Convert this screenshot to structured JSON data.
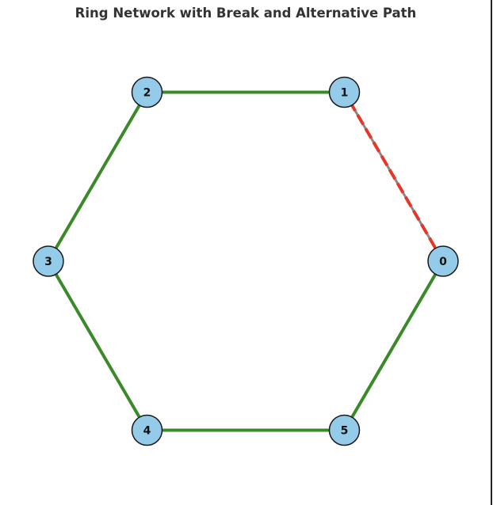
{
  "title": "Ring Network with Break and Alternative Path",
  "colors": {
    "node_fill": "#94cbe8",
    "node_stroke": "#1a1a1a",
    "active_edge": "#3a8a2a",
    "broken_edge_base": "#888888",
    "broken_edge_dash": "#e8352a"
  },
  "nodes": [
    {
      "id": "0",
      "label": "0",
      "angle_deg": 0
    },
    {
      "id": "1",
      "label": "1",
      "angle_deg": 60
    },
    {
      "id": "2",
      "label": "2",
      "angle_deg": 120
    },
    {
      "id": "3",
      "label": "3",
      "angle_deg": 180
    },
    {
      "id": "4",
      "label": "4",
      "angle_deg": 240
    },
    {
      "id": "5",
      "label": "5",
      "angle_deg": 300
    }
  ],
  "edges": [
    {
      "from": "1",
      "to": "2",
      "status": "active"
    },
    {
      "from": "2",
      "to": "3",
      "status": "active"
    },
    {
      "from": "3",
      "to": "4",
      "status": "active"
    },
    {
      "from": "4",
      "to": "5",
      "status": "active"
    },
    {
      "from": "5",
      "to": "0",
      "status": "active"
    },
    {
      "from": "0",
      "to": "1",
      "status": "broken"
    }
  ]
}
